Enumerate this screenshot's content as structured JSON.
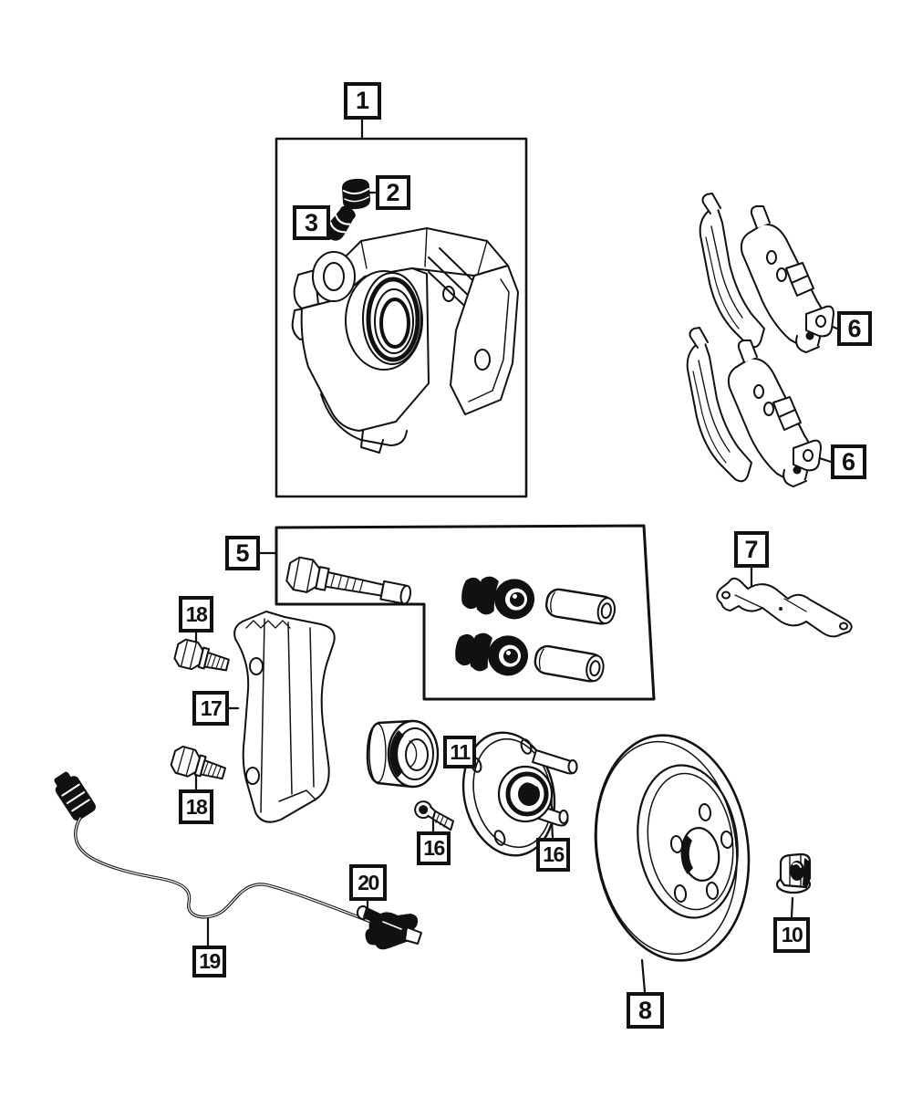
{
  "diagram": {
    "kind": "exploded-parts-diagram",
    "background_color": "#ffffff",
    "line_color": "#111111",
    "callouts": [
      {
        "label": "1"
      },
      {
        "label": "2"
      },
      {
        "label": "3"
      },
      {
        "label": "5"
      },
      {
        "label": "6"
      },
      {
        "label": "6"
      },
      {
        "label": "7"
      },
      {
        "label": "8"
      },
      {
        "label": "10"
      },
      {
        "label": "11"
      },
      {
        "label": "16"
      },
      {
        "label": "16"
      },
      {
        "label": "17"
      },
      {
        "label": "18"
      },
      {
        "label": "18"
      },
      {
        "label": "19"
      },
      {
        "label": "20"
      }
    ]
  }
}
